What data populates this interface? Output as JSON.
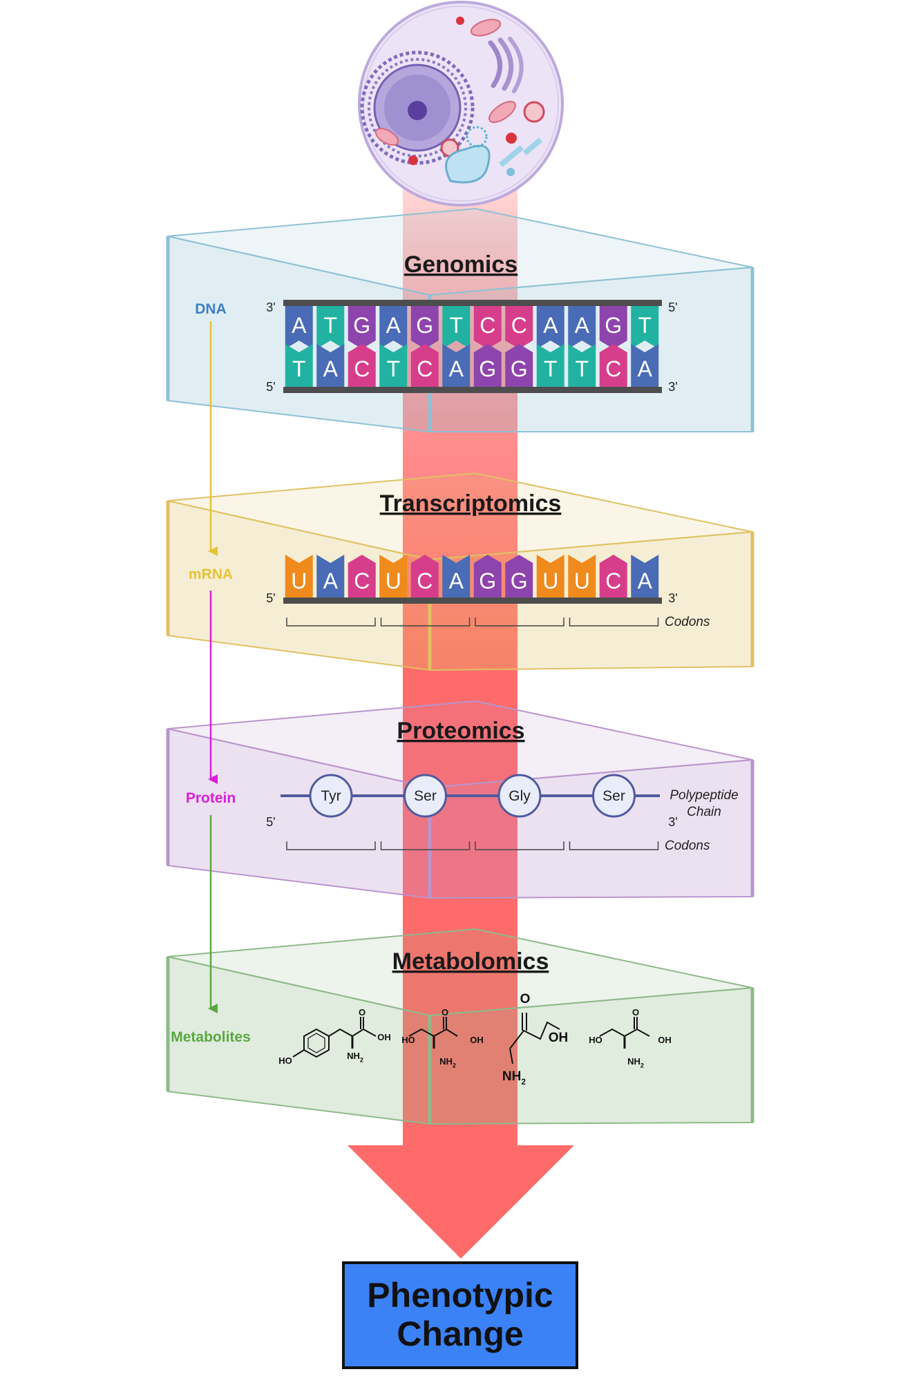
{
  "colors": {
    "A": "#4a6bb5",
    "T": "#22b2a2",
    "G": "#8e44ad",
    "C": "#d63e8b",
    "U": "#ef8a1d",
    "flow_arrow": "#ff6b6b",
    "genomics": "#8fc1d4",
    "transcriptomics": "#e0c164",
    "proteomics": "#b995cc",
    "metabolomics": "#8fb98a",
    "dna_label": "#3f7fc1",
    "mrna_label": "#e6c339",
    "protein_label": "#d81fd8",
    "metabolites_label": "#5aa842",
    "result_box": "#3b82f6"
  },
  "icons": {
    "cell": "cell-icon"
  },
  "layers": {
    "genomics": {
      "title": "Genomics",
      "side_label": "DNA",
      "top_strand": [
        "A",
        "T",
        "G",
        "A",
        "G",
        "T",
        "C",
        "C",
        "A",
        "A",
        "G",
        "T"
      ],
      "bottom_strand": [
        "T",
        "A",
        "C",
        "T",
        "C",
        "A",
        "G",
        "G",
        "T",
        "T",
        "C",
        "A"
      ],
      "top_left_end": "3'",
      "top_right_end": "5'",
      "bottom_left_end": "5'",
      "bottom_right_end": "3'"
    },
    "transcriptomics": {
      "title": "Transcriptomics",
      "side_label": "mRNA",
      "strand": [
        "U",
        "A",
        "C",
        "U",
        "C",
        "A",
        "G",
        "G",
        "U",
        "U",
        "C",
        "A"
      ],
      "left_end": "5'",
      "right_end": "3'",
      "codons_label": "Codons"
    },
    "proteomics": {
      "title": "Proteomics",
      "side_label": "Protein",
      "amino_acids": [
        "Tyr",
        "Ser",
        "Gly",
        "Ser"
      ],
      "left_end": "5'",
      "right_end": "3'",
      "chain_label_1": "Polypeptide",
      "chain_label_2": "Chain",
      "codons_label": "Codons"
    },
    "metabolomics": {
      "title": "Metabolomics",
      "side_label": "Metabolites",
      "chem_labels": {
        "ho": "HO",
        "oh": "OH",
        "o": "O",
        "nh2": "NH",
        "sub2": "2"
      }
    }
  },
  "result": {
    "line1": "Phenotypic",
    "line2": "Change"
  }
}
